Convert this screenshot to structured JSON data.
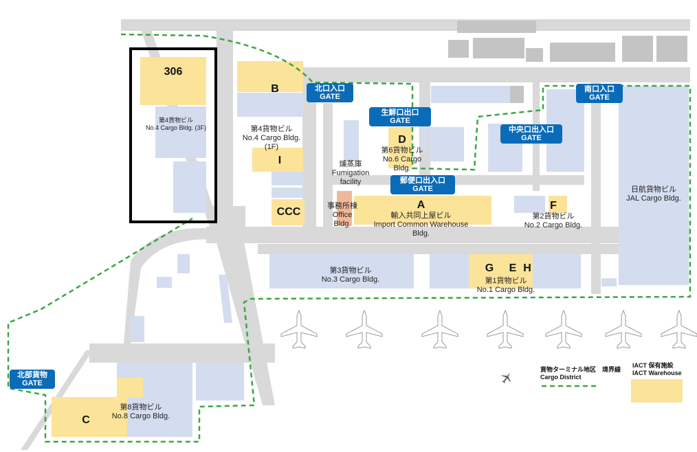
{
  "colors": {
    "road": "#d9d9d9",
    "building": "#d4ddef",
    "iact_warehouse": "#fbe39a",
    "office": "#f0b898",
    "gate": "#0a6bb8",
    "boundary": "#3aa641",
    "highlight_border": "#000000"
  },
  "buildings": {
    "b306": {
      "code": "306",
      "jp": "第4貨物ビル",
      "en": "No.4 Cargo Bldg. (3F)"
    },
    "b4_1f": {
      "jp": "第4貨物ビル",
      "en1": "No.4 Cargo Bldg.",
      "en2": "(1F)"
    },
    "B": "B",
    "I": "I",
    "CCC": "CCC",
    "D": {
      "code": "D",
      "jp": "第6貨物ビル",
      "en1": "No.6 Cargo",
      "en2": "Bldg."
    },
    "fumigation": {
      "jp": "燻蒸庫",
      "en1": "Fumigation",
      "en2": "facility"
    },
    "office": {
      "jp": "事務所棟",
      "en1": "Office",
      "en2": "Bldg."
    },
    "A": {
      "code": "A",
      "jp": "輸入共同上屋ビル",
      "en1": "Import Common Warehouse",
      "en2": "Bldg."
    },
    "F": {
      "code": "F",
      "jp": "第2貨物ビル",
      "en": "No.2 Cargo Bldg."
    },
    "jal": {
      "jp": "日航貨物ビル",
      "en": "JAL Cargo Bldg."
    },
    "b3": {
      "jp": "第3貨物ビル",
      "en": "No.3 Cargo Bldg."
    },
    "b1": {
      "G": "G",
      "E": "E",
      "H": "H",
      "jp": "第1貨物ビル",
      "en": "No.1 Cargo Bldg."
    },
    "C": {
      "code": "C",
      "jp": "第8貨物ビル",
      "en": "No.8 Cargo Bldg."
    }
  },
  "gates": {
    "north": {
      "jp": "北口入口",
      "en": "GATE"
    },
    "fresh": {
      "jp": "生鮮口出口",
      "en": "GATE"
    },
    "central": {
      "jp": "中央口出入口",
      "en": "GATE"
    },
    "south": {
      "jp": "南口入口",
      "en": "GATE"
    },
    "postal": {
      "jp": "郵便口出入口",
      "en": "GATE"
    },
    "northcargo": {
      "jp": "北部貨物",
      "en": "GATE"
    }
  },
  "legend": {
    "boundary_jp": "貨物ターミナル地区　境界線",
    "boundary_en": "Cargo District",
    "iact_jp": "IACT 保有施設",
    "iact_en": "IACT Warehouse"
  }
}
